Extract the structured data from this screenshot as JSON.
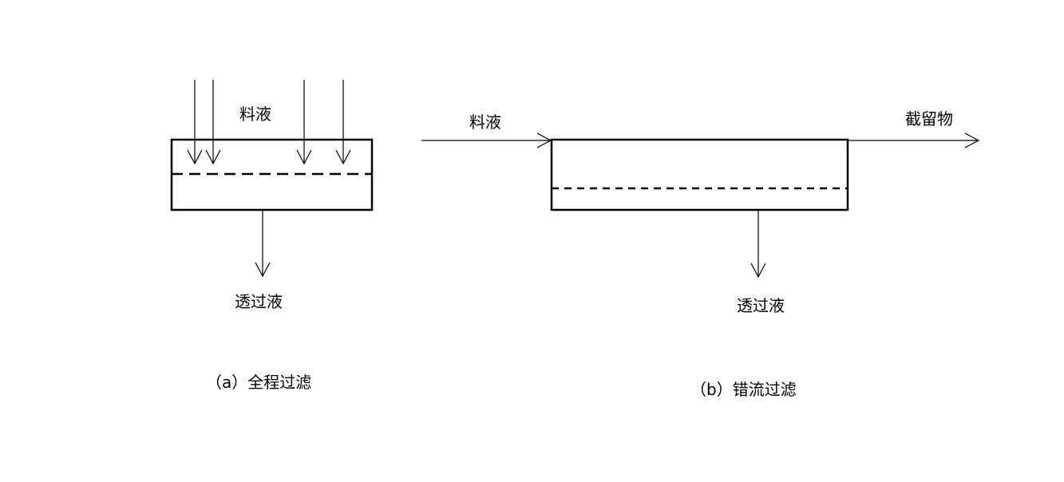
{
  "dead_end": {
    "feed_label": "料液",
    "permeate_label": "透过液",
    "caption": "（a）全程过滤"
  },
  "cross_flow": {
    "feed_label": "料液",
    "retentate_label": "截留物",
    "permeate_label": "透过液",
    "caption": "（b）错流过滤"
  }
}
